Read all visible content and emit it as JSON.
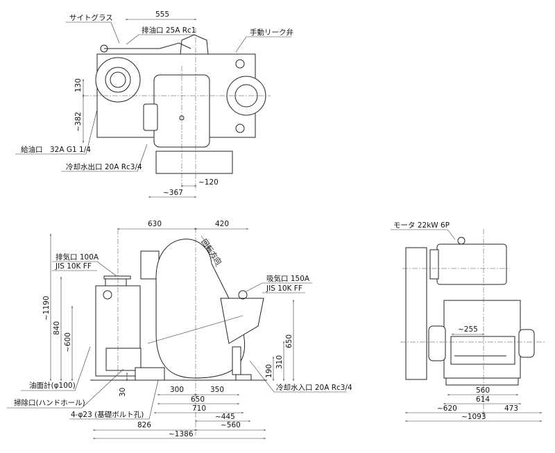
{
  "top_view": {
    "labels": {
      "sight_glass": "サイトグラス",
      "oil_drain": "排油口 25A Rc1",
      "manual_leak_valve": "手動リーク弁",
      "oil_inlet": "給油口　32A G1 1/4",
      "cooling_water_outlet": "冷却水出口 20A Rc3/4"
    },
    "dims": {
      "d555": "555",
      "d130": "130",
      "d382": "~382",
      "d120": "~120",
      "d367": "~367"
    }
  },
  "front_view": {
    "labels": {
      "exhaust_port": "排気口 100A",
      "exhaust_std": "JIS 10K FF",
      "intake_port": "吸気口 150A",
      "intake_std": "JIS 10K FF",
      "rotation": "回転方向",
      "oil_gauge": "油面計(φ100)",
      "cleaning_port": "掃除口(ハンドホール)",
      "bolt_holes": "4-φ23 (基礎ボルト孔)",
      "cooling_water_inlet": "冷却水入口 20A Rc3/4"
    },
    "dims": {
      "d630": "630",
      "d420": "420",
      "d1190": "~1190",
      "d840": "840",
      "d600": "~600",
      "d650v": "650",
      "d310": "310",
      "d190": "190",
      "d30": "30",
      "d300": "300",
      "d350": "350",
      "d650": "650",
      "d710": "710",
      "d445": "~445",
      "d560": "~560",
      "d826": "826",
      "d1386": "~1386"
    }
  },
  "side_view": {
    "labels": {
      "motor": "モータ 22kW 6P"
    },
    "dims": {
      "d255": "~255",
      "d560": "560",
      "d614": "614",
      "d620": "~620",
      "d473": "473",
      "d1093": "~1093"
    }
  }
}
